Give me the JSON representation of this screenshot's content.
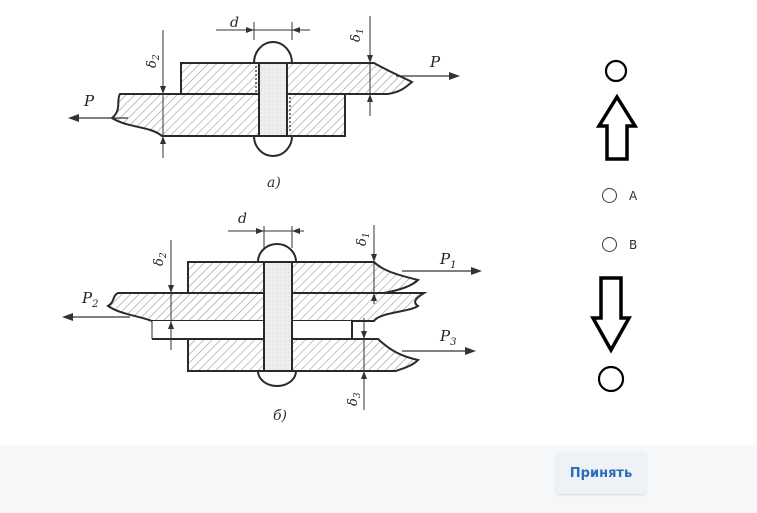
{
  "figure_a": {
    "caption": "а)",
    "labels": {
      "d": "d",
      "delta1": "δ",
      "delta1_sub": "1",
      "delta2": "δ",
      "delta2_sub": "2",
      "p_right": "P",
      "p_left": "P"
    }
  },
  "figure_b": {
    "caption": "б)",
    "labels": {
      "d": "d",
      "delta1": "δ",
      "delta1_sub": "1",
      "delta2": "δ",
      "delta2_sub": "2",
      "delta3": "δ",
      "delta3_sub": "3",
      "p1": "P",
      "p1_sub": "1",
      "p2": "P",
      "p2_sub": "2",
      "p3": "P",
      "p3_sub": "3"
    }
  },
  "options": [
    {
      "label": "A"
    },
    {
      "label": "B"
    }
  ],
  "footer": {
    "accept_label": "Принять"
  },
  "icons": {
    "up": "arrow-up-icon",
    "down": "arrow-down-icon"
  },
  "colors": {
    "accent": "#2a6db8",
    "footer_bg": "#f6f7f9"
  }
}
